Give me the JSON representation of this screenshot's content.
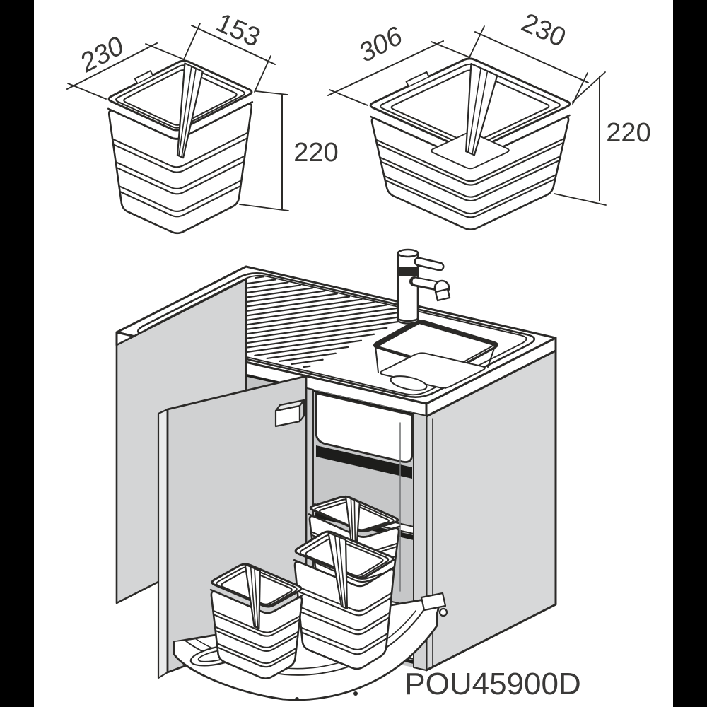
{
  "drawing": {
    "product_code": "POU45900D",
    "small_bin": {
      "depth_mm": "230",
      "width_mm": "153",
      "height_mm": "220"
    },
    "large_bin": {
      "depth_mm": "306",
      "width_mm": "230",
      "height_mm": "220"
    },
    "line_color": "#2b2a28",
    "text_color": "#383735",
    "panel_gray": "#d5d6d7",
    "letterbox_color": "#000000"
  }
}
